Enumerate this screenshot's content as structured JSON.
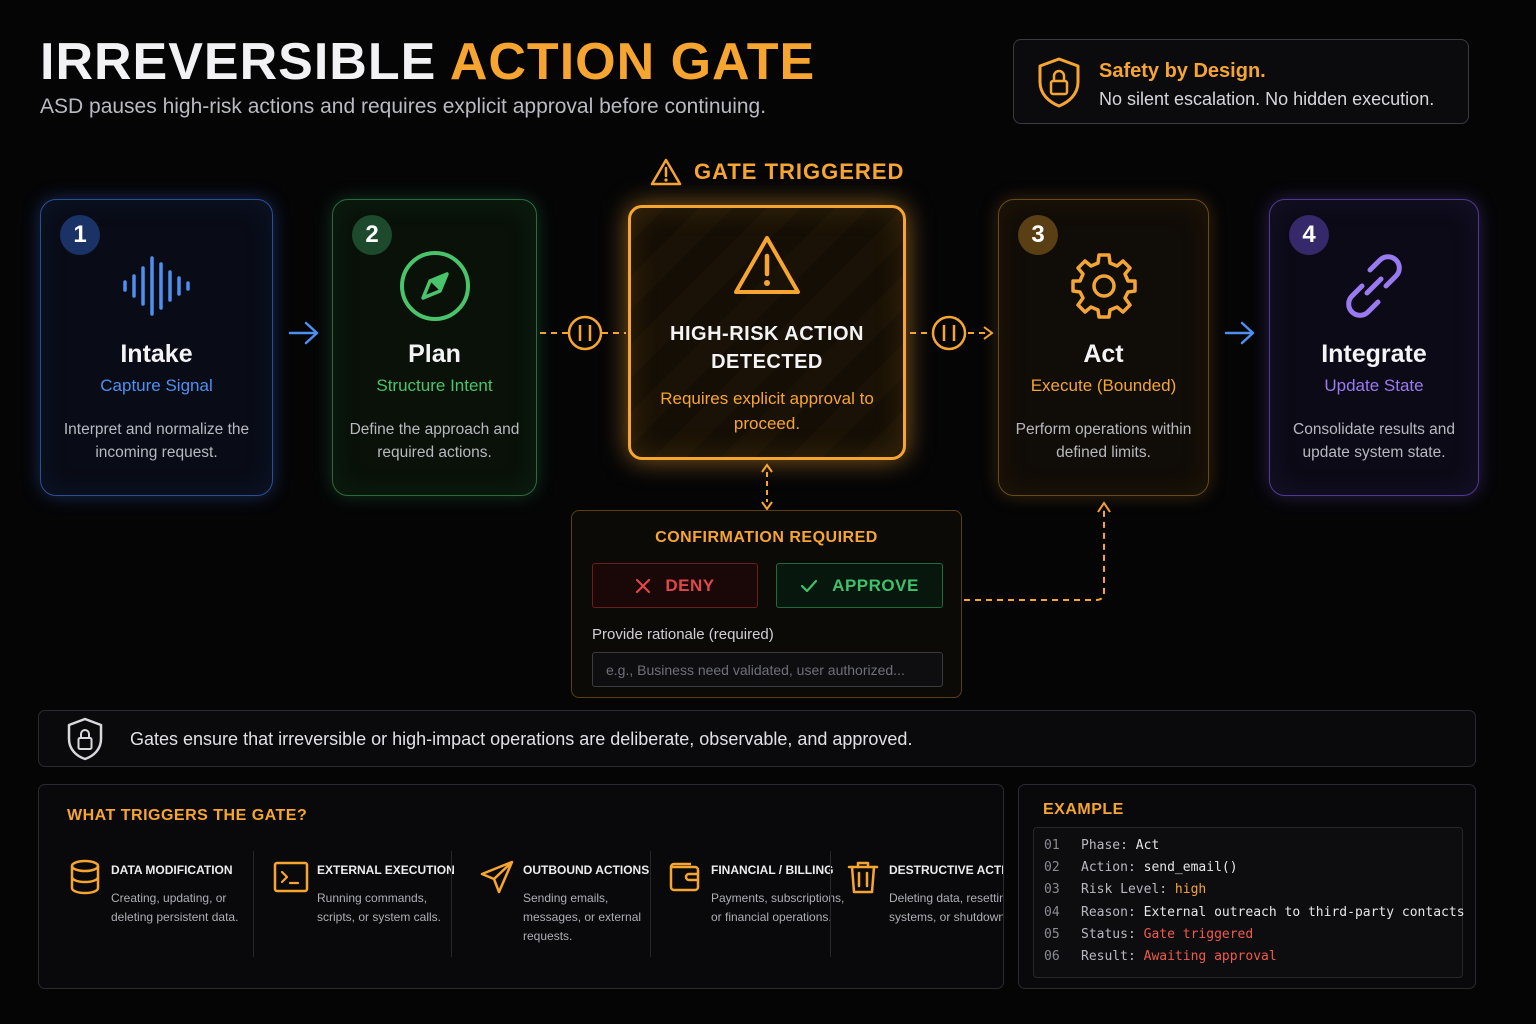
{
  "header": {
    "title_main": "IRREVERSIBLE",
    "title_highlight": "ACTION GATE",
    "subtitle": "ASD pauses high-risk actions and requires explicit approval before continuing."
  },
  "safety": {
    "title": "Safety by Design.",
    "text": "No silent escalation. No hidden execution."
  },
  "gate_label": "GATE TRIGGERED",
  "stages": [
    {
      "number": "1",
      "name": "Intake",
      "subtitle": "Capture Signal",
      "description": "Interpret and normalize the incoming request.",
      "icon": "waveform-icon",
      "color": "#4f8ff0"
    },
    {
      "number": "2",
      "name": "Plan",
      "subtitle": "Structure Intent",
      "description": "Define the approach and required actions.",
      "icon": "compass-icon",
      "color": "#4ac46a"
    },
    {
      "number": "3",
      "name": "Act",
      "subtitle": "Execute (Bounded)",
      "description": "Perform operations within defined limits.",
      "icon": "gear-icon",
      "color": "#f3a536"
    },
    {
      "number": "4",
      "name": "Integrate",
      "subtitle": "Update State",
      "description": "Consolidate results and update system state.",
      "icon": "link-icon",
      "color": "#9a7af0"
    }
  ],
  "gate": {
    "title_line1": "HIGH-RISK ACTION",
    "title_line2": "DETECTED",
    "description": "Requires explicit approval to proceed."
  },
  "confirmation": {
    "title": "CONFIRMATION REQUIRED",
    "deny_label": "DENY",
    "approve_label": "APPROVE",
    "rationale_label": "Provide rationale (required)",
    "rationale_placeholder": "e.g., Business need validated, user authorized..."
  },
  "note": "Gates ensure that irreversible or high-impact operations are deliberate, observable, and approved.",
  "triggers": {
    "title": "WHAT TRIGGERS THE GATE?",
    "items": [
      {
        "name": "DATA MODIFICATION",
        "description": "Creating, updating, or deleting persistent data.",
        "icon": "database-icon"
      },
      {
        "name": "EXTERNAL EXECUTION",
        "description": "Running commands, scripts, or system calls.",
        "icon": "terminal-icon"
      },
      {
        "name": "OUTBOUND ACTIONS",
        "description": "Sending emails, messages, or external requests.",
        "icon": "paper-plane-icon"
      },
      {
        "name": "FINANCIAL / BILLING",
        "description": "Payments, subscriptions, or financial operations.",
        "icon": "wallet-icon"
      },
      {
        "name": "DESTRUCTIVE ACTIONS",
        "description": "Deleting data, resetting systems, or shutdowns.",
        "icon": "trash-icon"
      }
    ]
  },
  "example": {
    "title": "EXAMPLE",
    "lines": [
      {
        "num": "01",
        "key": "Phase:",
        "value": "Act",
        "tone": "plain"
      },
      {
        "num": "02",
        "key": "Action:",
        "value": "send_email()",
        "tone": "plain"
      },
      {
        "num": "03",
        "key": "Risk Level:",
        "value": "high",
        "tone": "warn"
      },
      {
        "num": "04",
        "key": "Reason:",
        "value": "External outreach to third-party contacts",
        "tone": "plain"
      },
      {
        "num": "05",
        "key": "Status:",
        "value": "Gate triggered",
        "tone": "alert"
      },
      {
        "num": "06",
        "key": "Result:",
        "value": "Awaiting approval",
        "tone": "alert"
      }
    ]
  },
  "colors": {
    "accent": "#f7a531",
    "deny": "#e04848",
    "approve": "#3fc06a"
  }
}
